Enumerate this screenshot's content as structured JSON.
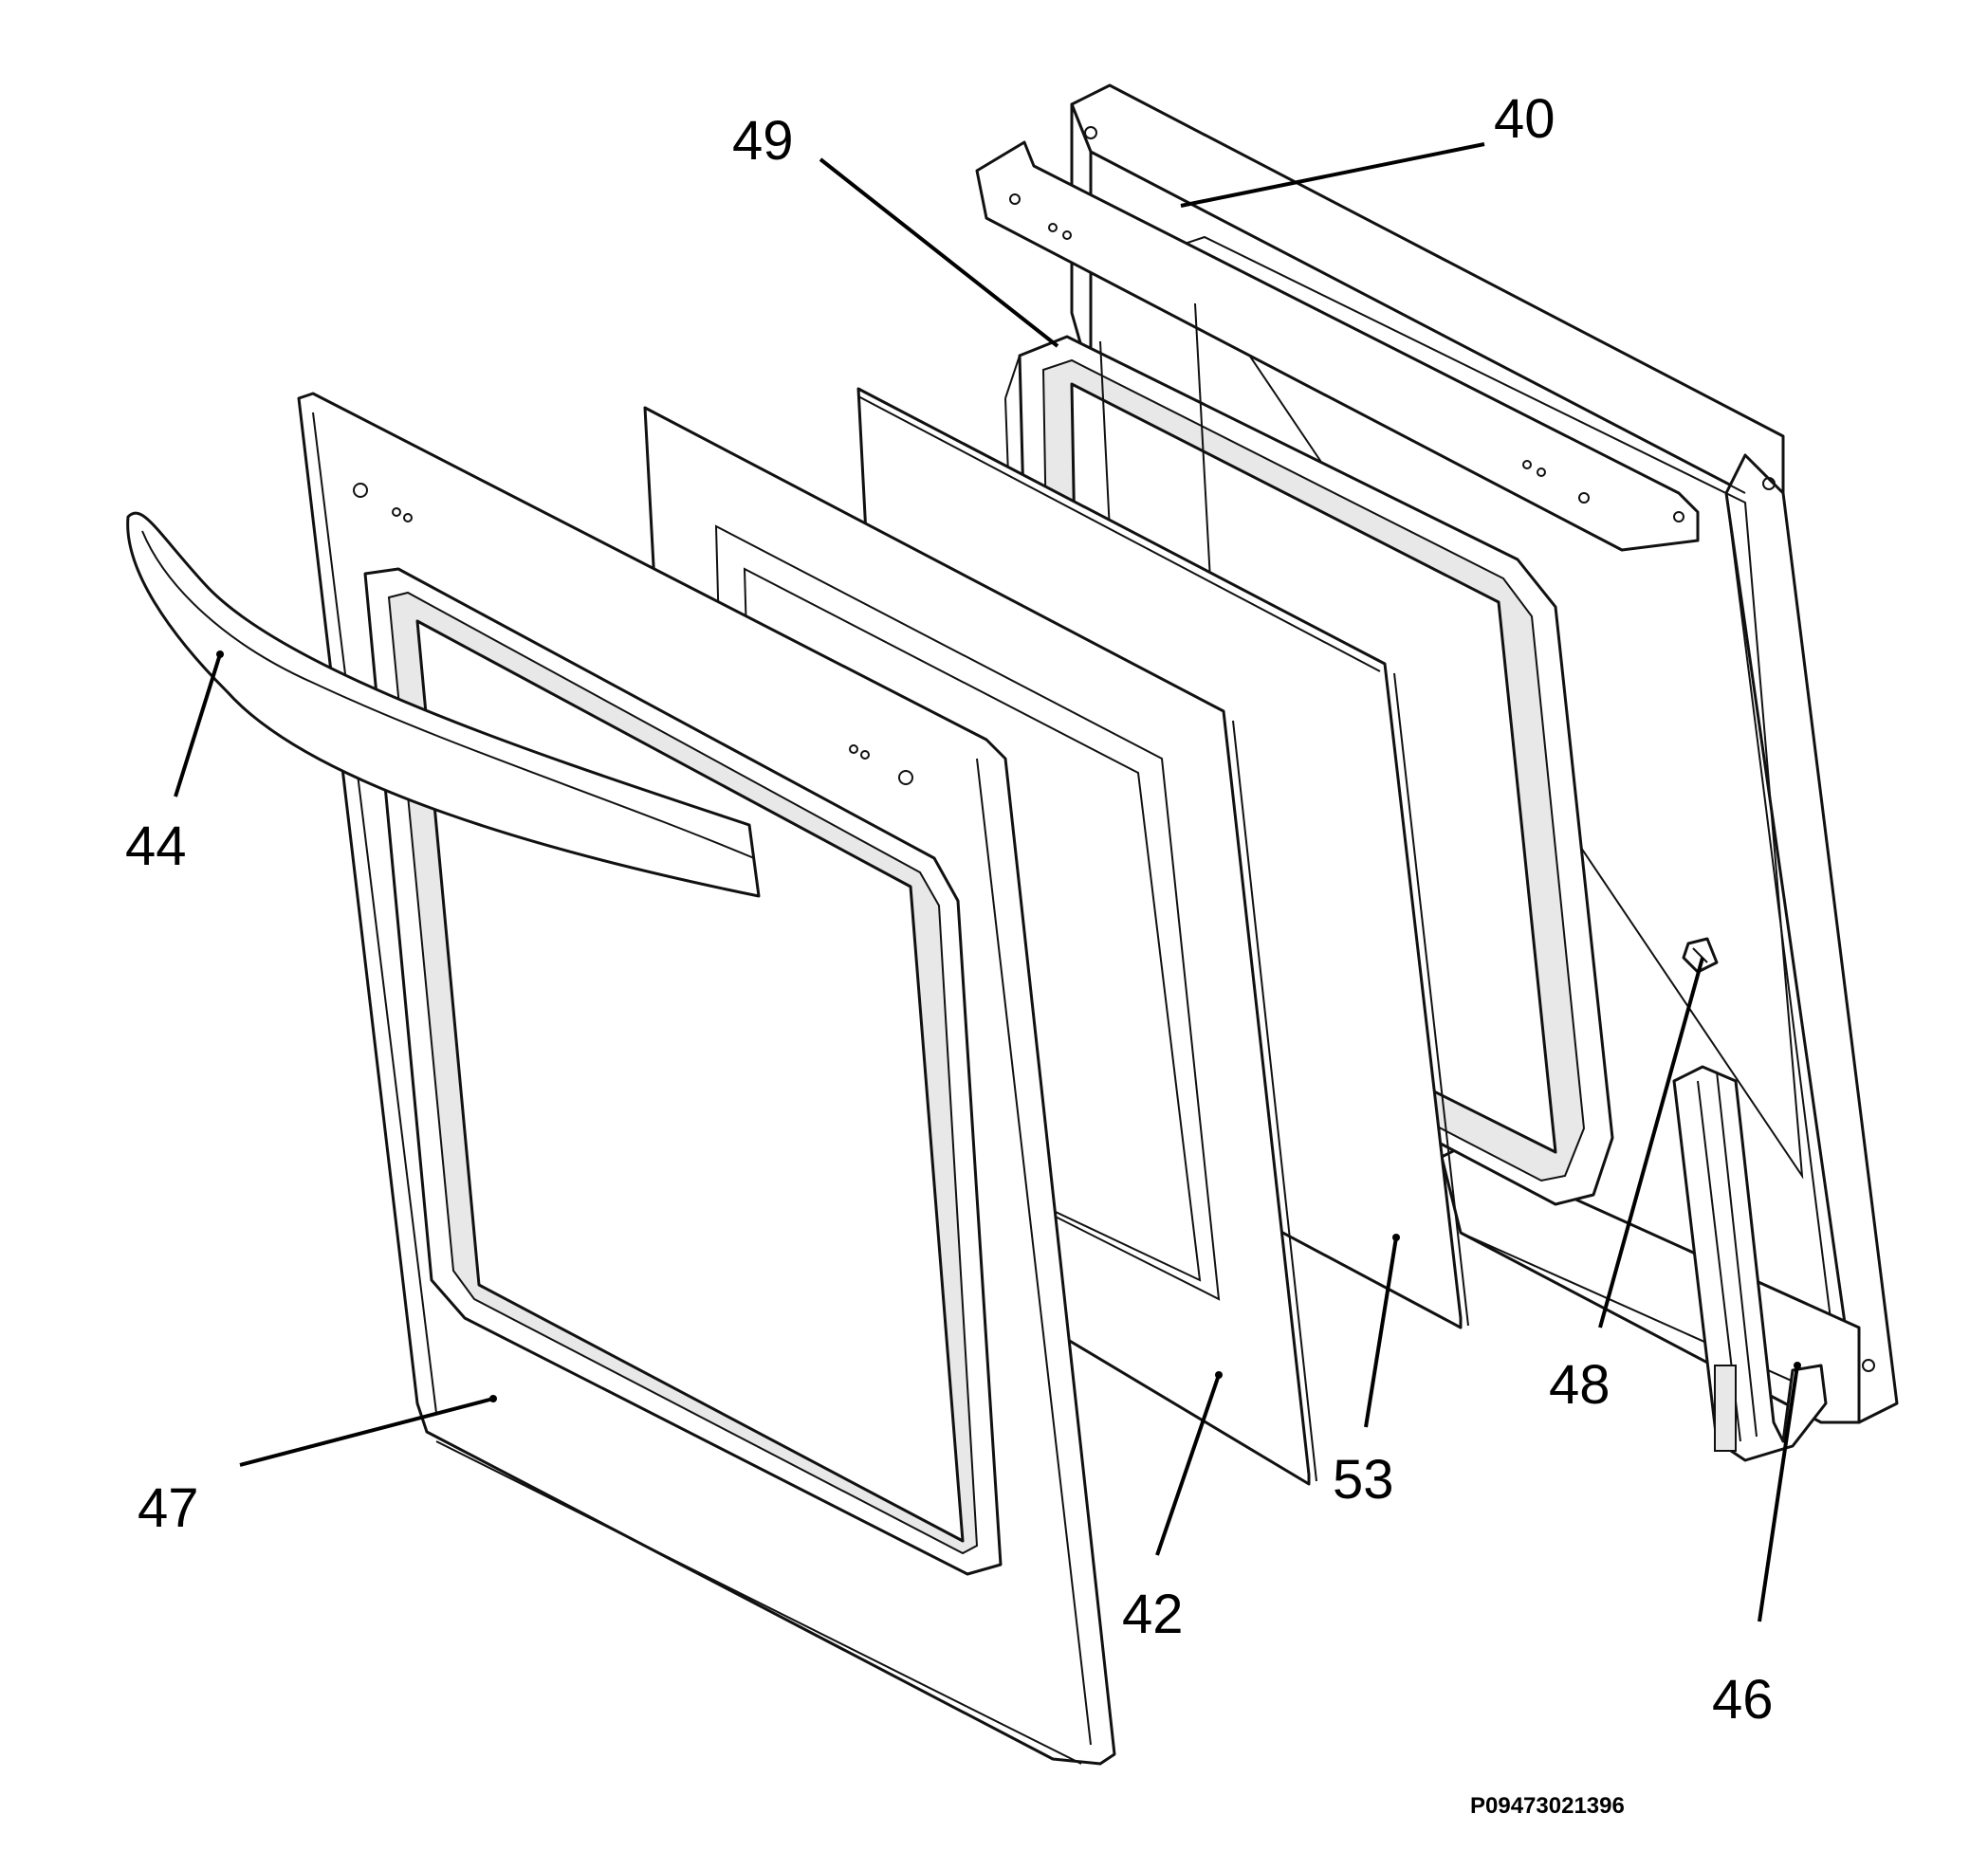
{
  "callouts": {
    "c40": "40",
    "c49": "49",
    "c44": "44",
    "c47": "47",
    "c42": "42",
    "c53": "53",
    "c48": "48",
    "c46": "46"
  },
  "drawing_code": "P09473021396"
}
